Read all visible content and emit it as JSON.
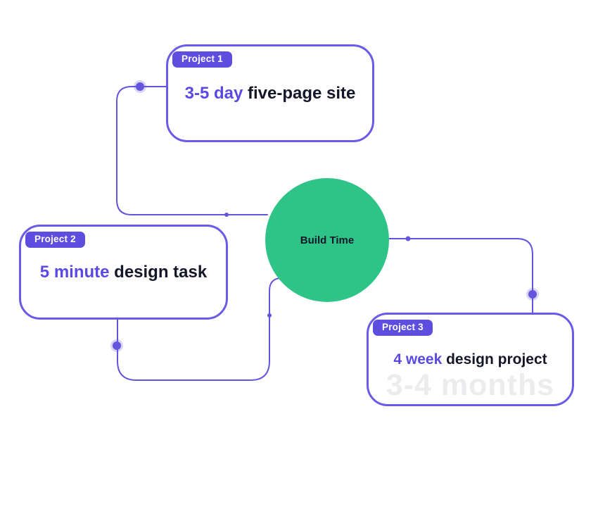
{
  "diagram": {
    "center": {
      "label": "Build Time"
    },
    "cards": [
      {
        "badge": "Project 1",
        "highlight": "3-5 day",
        "rest": " five-page site"
      },
      {
        "badge": "Project 2",
        "highlight": "5 minute",
        "rest": " design task"
      },
      {
        "badge": "Project 3",
        "highlight": "4 week",
        "rest": " design project",
        "ghost": "3-4 months"
      }
    ]
  },
  "colors": {
    "purple_badge": "#5D4EE0",
    "purple_border": "#6A5AE8",
    "purple_line": "#6456DC",
    "purple_text": "#5A49E3",
    "dark_text": "#16162A",
    "green_circle": "#2EC487",
    "ghost_text": "#ECECEF",
    "background": "#FFFFFF"
  }
}
